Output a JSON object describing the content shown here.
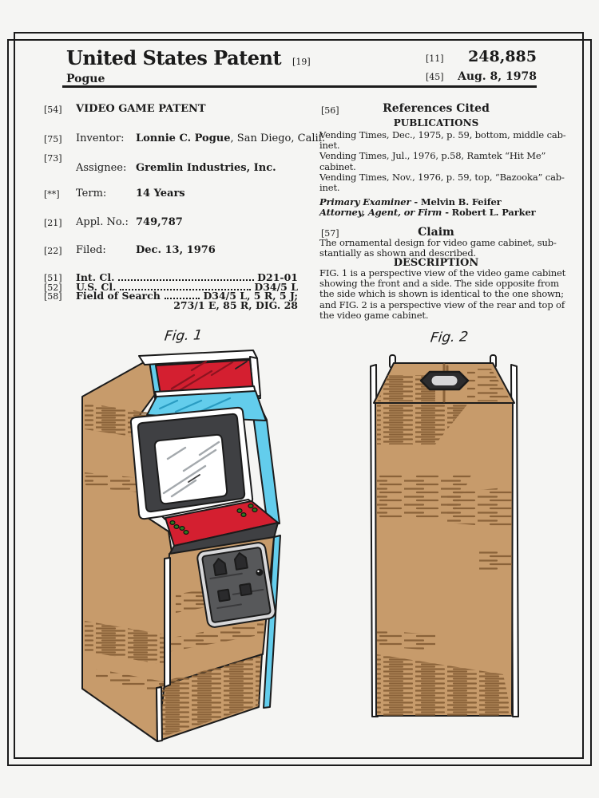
{
  "header": {
    "title": "United States Patent",
    "kind_code": "[19]",
    "applicant": "Pogue",
    "number_code": "[11]",
    "number": "248,885",
    "date_code": "[45]",
    "date": "Aug. 8, 1978"
  },
  "left_column": {
    "rows": [
      {
        "code": "[54]",
        "label": "",
        "value": "VIDEO GAME PATENT",
        "rest": ""
      },
      {
        "code": "[75]",
        "label": "Inventor:",
        "value": "Lonnie C. Pogue",
        "rest": ", San Diego, Calif."
      },
      {
        "code": "[73]",
        "label": "Assignee:",
        "value": "Gremlin Industries, Inc.",
        "rest": ""
      },
      {
        "code": "[**]",
        "label": "Term:",
        "value": "14 Years",
        "rest": ""
      },
      {
        "code": "[21]",
        "label": "Appl. No.:",
        "value": "749,787",
        "rest": ""
      },
      {
        "code": "[22]",
        "label": "Filed:",
        "value": "Dec. 13, 1976",
        "rest": ""
      }
    ],
    "classifications": [
      {
        "code": "[51]",
        "label": "Int. Cl.",
        "value": "D21-01"
      },
      {
        "code": "[52]",
        "label": "U.S. Cl.",
        "value": "D34/5 L"
      },
      {
        "code": "[58]",
        "label": "Field of Search",
        "value": "D34/5 L, 5 R, 5 J;"
      }
    ],
    "field_of_search_line2": "273/1 E, 85 R, DIG. 28"
  },
  "right_column": {
    "references_code": "[56]",
    "references_title": "References Cited",
    "publications_title": "PUBLICATIONS",
    "publication_lines": [
      "Vending Times, Dec., 1975, p. 59, bottom, middle cab-",
      "inet.",
      "Vending Times, Jul., 1976, p.58, Ramtek “Hit Me”",
      "cabinet.",
      "Vending Times, Nov., 1976, p. 59, top, “Bazooka” cab-",
      "inet."
    ],
    "examiner_label": "Primary Examiner",
    "examiner_name": "- Melvin B. Feifer",
    "attorney_label": "Attorney, Agent, or Firm",
    "attorney_name": "- Robert L. Parker",
    "claim_code": "[57]",
    "claim_title": "Claim",
    "claim_lines": [
      "The ornamental design for video game cabinet, sub-",
      "stantially as shown and described."
    ],
    "description_title": "DESCRIPTION",
    "description_lines": [
      "FIG. 1 is a perspective view of the video game cabinet",
      "showing the front and a side. The side opposite from",
      "the side which is shown is identical to the one shown;",
      "and FIG. 2 is a perspective view of the rear and top of",
      "the video game cabinet."
    ]
  },
  "figures": {
    "fig1_label": "Fig. 1",
    "fig2_label": "Fig. 2"
  },
  "colors": {
    "paper": "#f5f5f3",
    "ink": "#1b1b1b",
    "wood": "#c79b6b",
    "wood_shade": "#8a6239",
    "red": "#d41f30",
    "red_shade": "#8c1420",
    "cyan": "#63cdec",
    "cyan_shade": "#2a9cc2",
    "bezel": "#3f4043",
    "screen_streak": "#a4a9ad",
    "door_trim": "#d8d8da",
    "door_gray": "#57585a",
    "slot": "#2a2a2c",
    "green": "#2f7a1f",
    "white": "#ffffff"
  }
}
